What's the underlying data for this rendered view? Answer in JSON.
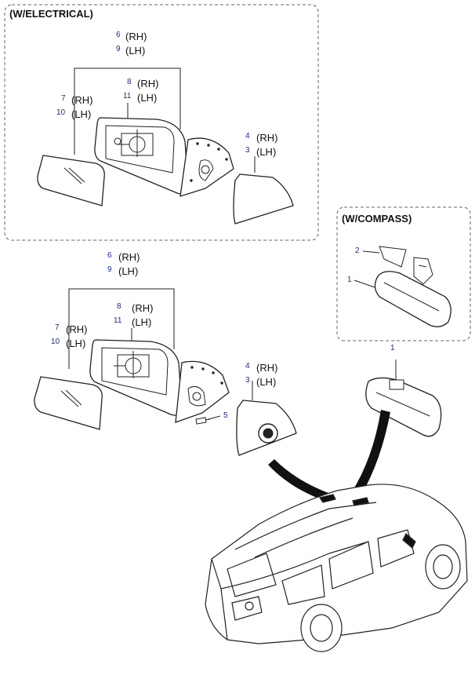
{
  "sections": {
    "electrical": {
      "title": "(W/ELECTRICAL)"
    },
    "compass": {
      "title": "(W/COMPASS)"
    }
  },
  "callouts": {
    "top": {
      "n6": "6",
      "rh6": "(RH)",
      "n9": "9",
      "lh9": "(LH)",
      "n8": "8",
      "rh8": "(RH)",
      "n11": "11",
      "lh11": "(LH)",
      "n7": "7",
      "rh7": "(RH)",
      "n10": "10",
      "lh10": "(LH)",
      "n4": "4",
      "rh4": "(RH)",
      "n3": "3",
      "lh3": "(LH)"
    },
    "bottom": {
      "n6": "6",
      "rh6": "(RH)",
      "n9": "9",
      "lh9": "(LH)",
      "n8": "8",
      "rh8": "(RH)",
      "n11": "11",
      "lh11": "(LH)",
      "n7": "7",
      "rh7": "(RH)",
      "n10": "10",
      "lh10": "(LH)",
      "n4": "4",
      "rh4": "(RH)",
      "n3": "3",
      "lh3": "(LH)",
      "n5": "5"
    },
    "compass": {
      "n2": "2",
      "n1": "1"
    },
    "inside_mirror": {
      "n1": "1"
    }
  },
  "colors": {
    "line": "#222222",
    "callout_number": "#1f2a8c",
    "frame": "#666666"
  }
}
